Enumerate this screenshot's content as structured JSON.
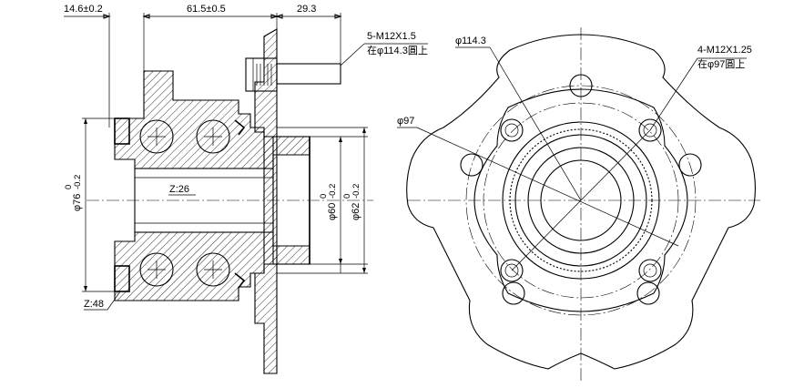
{
  "dimensions": {
    "flange_offset": "14.6±0.2",
    "hub_length": "61.5±0.5",
    "stud_length": "29.3",
    "bolt_stud_spec": "5-M12X1.5",
    "bolt_stud_pcd": "在φ114.3圓上",
    "outer_diameter_value": "φ76",
    "outer_diameter_tol_upper": "0",
    "outer_diameter_tol_lower": "-0.2",
    "pilot_diameter_value": "φ60",
    "pilot_diameter_tol_upper": "0",
    "pilot_diameter_tol_lower": "-0.2",
    "bore_diameter_value": "φ62",
    "bore_diameter_tol_upper": "0",
    "bore_diameter_tol_lower": "-0.2",
    "spline_teeth": "Z:26",
    "abs_ring_teeth": "Z:48"
  },
  "front_view": {
    "pcd_wheel_label": "φ114.3",
    "pcd_mount_label": "φ97",
    "mount_bolt_spec": "4-M12X1.25",
    "mount_bolt_pcd": "在φ97圓上"
  }
}
